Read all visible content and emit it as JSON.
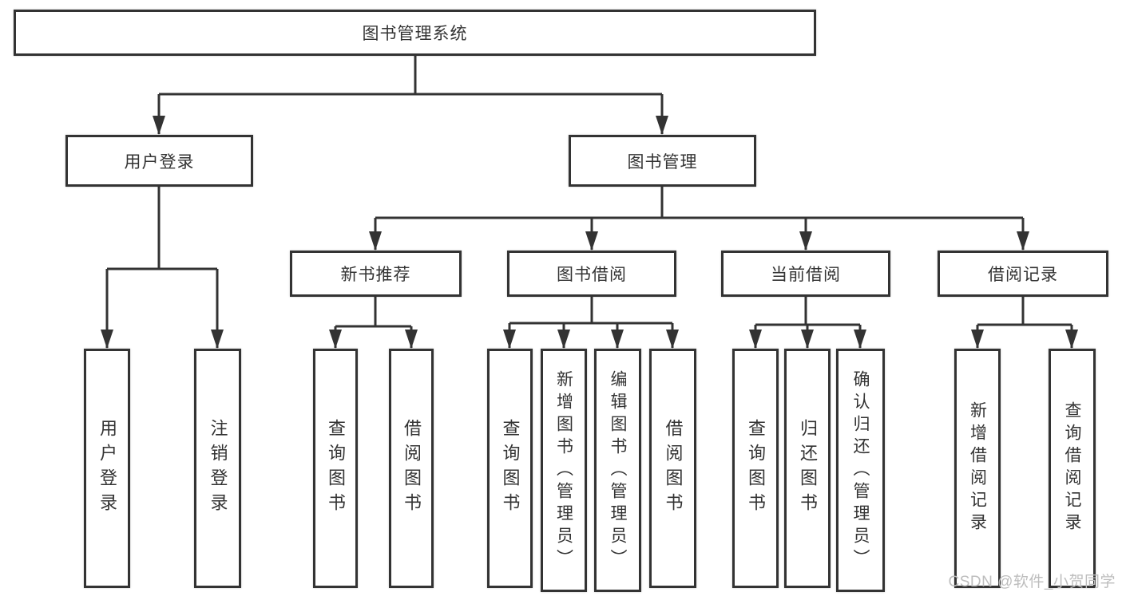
{
  "colors": {
    "line": "#333333",
    "box_border": "#333333",
    "text": "#333333",
    "background": "#ffffff",
    "watermark": "#bdbdbd"
  },
  "diagram": {
    "root": {
      "label": "图书管理系统"
    },
    "level2": {
      "user_login": {
        "label": "用户登录"
      },
      "book_management": {
        "label": "图书管理"
      }
    },
    "level3": {
      "new_book_recommend": {
        "label": "新书推荐"
      },
      "book_borrowing": {
        "label": "图书借阅"
      },
      "current_borrowing": {
        "label": "当前借阅"
      },
      "borrowing_records": {
        "label": "借阅记录"
      }
    },
    "leaves": {
      "user_login": [
        "用户登录",
        "注销登录"
      ],
      "new_book_recommend": [
        "查询图书",
        "借阅图书"
      ],
      "book_borrowing": [
        "查询图书",
        "新增图书（管理员）",
        "编辑图书（管理员）",
        "借阅图书"
      ],
      "current_borrowing": [
        "查询图书",
        "归还图书",
        "确认归还（管理员）"
      ],
      "borrowing_records": [
        "新增借阅记录",
        "查询借阅记录"
      ]
    }
  },
  "watermark": {
    "text": "CSDN @软件_小贺同学"
  }
}
